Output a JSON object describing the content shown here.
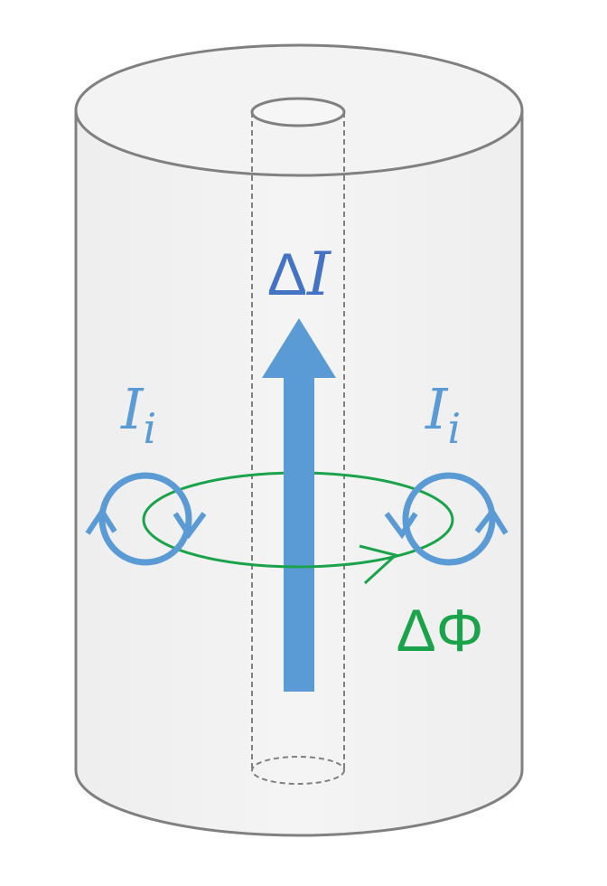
{
  "labels": {
    "delta_current": {
      "prefix": "Δ",
      "symbol": "I"
    },
    "loop_left": {
      "symbol": "I",
      "subscript": "i"
    },
    "loop_right": {
      "symbol": "I",
      "subscript": "i"
    },
    "delta_flux": "ΔΦ"
  },
  "colors": {
    "cylinder_fill": "#f2f2f2",
    "cylinder_stroke": "#808080",
    "current_arrow": "#5b9bd5",
    "current_label": "#4472c4",
    "loop_label": "#5b9bd5",
    "flux_loop": "#1aa34a"
  }
}
